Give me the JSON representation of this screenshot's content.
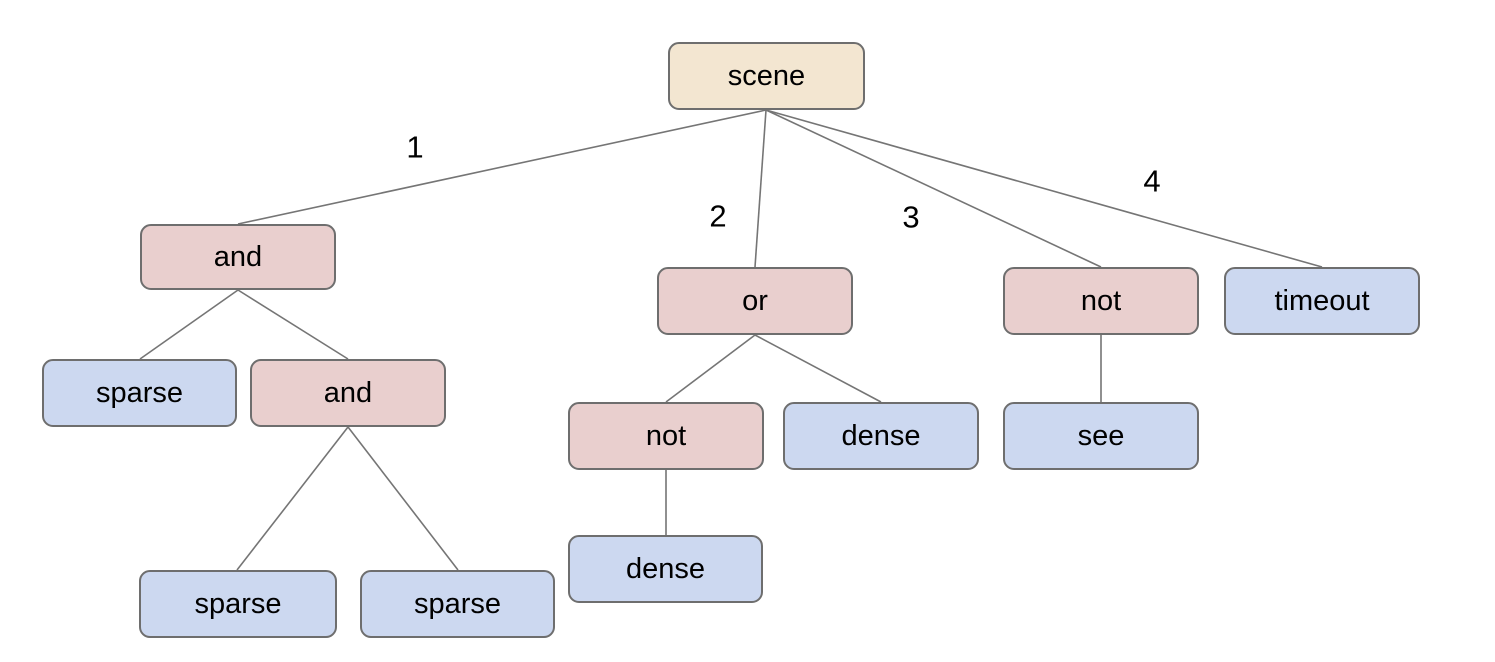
{
  "diagram": {
    "type": "tree",
    "colors": {
      "background": "#ffffff",
      "root-fill": "#f3e6d1",
      "operator-fill": "#e9cfce",
      "leaf-fill": "#ccd8f0",
      "node-border": "#6e6e6e",
      "edge-color": "#757575",
      "label-color": "#000000"
    },
    "nodes": [
      {
        "id": "scene",
        "label": "scene",
        "type": "root"
      },
      {
        "id": "and-1",
        "label": "and",
        "type": "operator"
      },
      {
        "id": "or-1",
        "label": "or",
        "type": "operator"
      },
      {
        "id": "not-1",
        "label": "not",
        "type": "operator"
      },
      {
        "id": "timeout-1",
        "label": "timeout",
        "type": "leaf"
      },
      {
        "id": "sparse-1",
        "label": "sparse",
        "type": "leaf"
      },
      {
        "id": "and-2",
        "label": "and",
        "type": "operator"
      },
      {
        "id": "not-2",
        "label": "not",
        "type": "operator"
      },
      {
        "id": "dense-1",
        "label": "dense",
        "type": "leaf"
      },
      {
        "id": "see-1",
        "label": "see",
        "type": "leaf"
      },
      {
        "id": "dense-2",
        "label": "dense",
        "type": "leaf"
      },
      {
        "id": "sparse-2",
        "label": "sparse",
        "type": "leaf"
      },
      {
        "id": "sparse-3",
        "label": "sparse",
        "type": "leaf"
      }
    ],
    "edges": [
      {
        "from": "scene",
        "to": "and-1",
        "label": "1"
      },
      {
        "from": "scene",
        "to": "or-1",
        "label": "2"
      },
      {
        "from": "scene",
        "to": "not-1",
        "label": "3"
      },
      {
        "from": "scene",
        "to": "timeout-1",
        "label": "4"
      },
      {
        "from": "and-1",
        "to": "sparse-1"
      },
      {
        "from": "and-1",
        "to": "and-2"
      },
      {
        "from": "and-2",
        "to": "sparse-2"
      },
      {
        "from": "and-2",
        "to": "sparse-3"
      },
      {
        "from": "or-1",
        "to": "not-2"
      },
      {
        "from": "or-1",
        "to": "dense-1"
      },
      {
        "from": "not-2",
        "to": "dense-2"
      },
      {
        "from": "not-1",
        "to": "see-1"
      }
    ]
  }
}
